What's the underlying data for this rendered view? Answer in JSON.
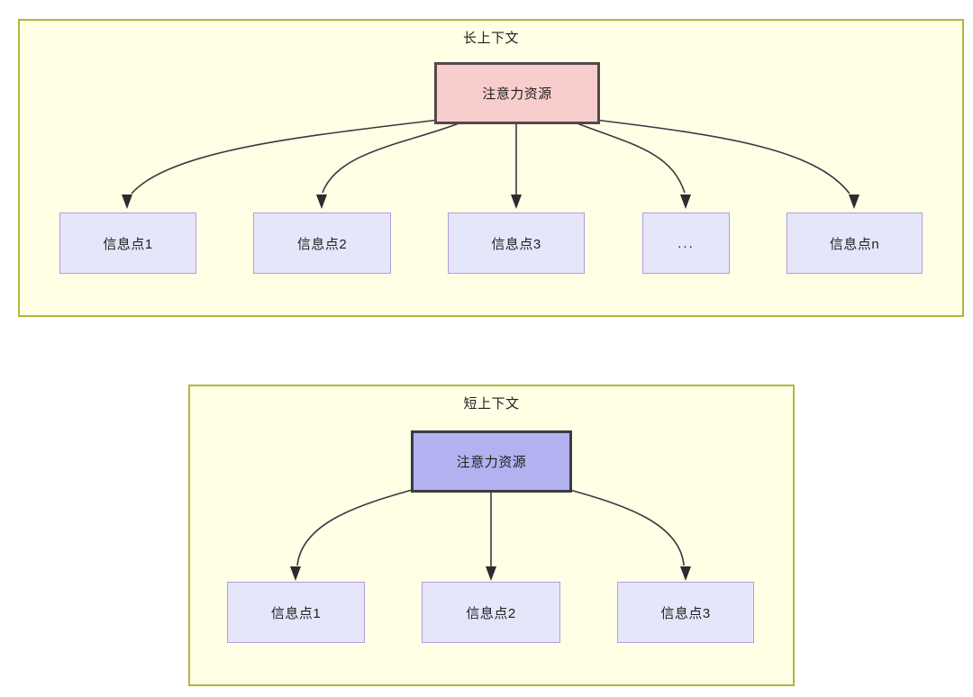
{
  "diagram": {
    "title_long": "长上下文",
    "title_short": "短上下文",
    "colors": {
      "group_fill": "#ffffe6",
      "group_border": "#b5b53d",
      "attention_long_fill": "#f8cecc",
      "attention_long_border": "#59464d",
      "attention_short_fill": "#b2b2f0",
      "attention_short_border": "#3b3b46",
      "info_fill": "#e6e6fa",
      "info_border": "#b59be0",
      "edge": "#39393f"
    },
    "long_context": {
      "group_label": "长上下文",
      "root": {
        "label": "注意力资源"
      },
      "leaves": [
        {
          "label": "信息点1"
        },
        {
          "label": "信息点2"
        },
        {
          "label": "信息点3"
        },
        {
          "label": "..."
        },
        {
          "label": "信息点n"
        }
      ]
    },
    "short_context": {
      "group_label": "短上下文",
      "root": {
        "label": "注意力资源"
      },
      "leaves": [
        {
          "label": "信息点1"
        },
        {
          "label": "信息点2"
        },
        {
          "label": "信息点3"
        }
      ]
    }
  }
}
